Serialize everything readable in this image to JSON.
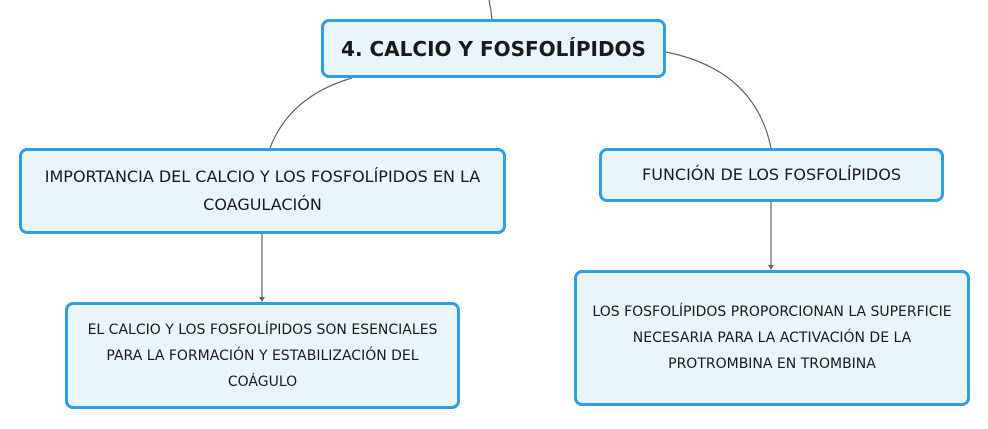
{
  "root": {
    "label": "4. CALCIO Y FOSFOLÍPIDOS"
  },
  "branches": {
    "left": {
      "label": "IMPORTANCIA DEL CALCIO Y LOS FOSFOLÍPIDOS EN LA COAGULACIÓN",
      "child": "EL CALCIO Y LOS FOSFOLÍPIDOS SON ESENCIALES PARA LA FORMACIÓN Y ESTABILIZACIÓN DEL COÁGULO"
    },
    "right": {
      "label": "FUNCIÓN DE LOS FOSFOLÍPIDOS",
      "child": "LOS FOSFOLÍPIDOS PROPORCIONAN LA SUPERFICIE NECESARIA PARA LA ACTIVACIÓN DE LA PROTROMBINA EN TROMBINA"
    },
    "colors": {
      "border": "#2f9ee6",
      "fill": "#eaf4fb",
      "connector": "#666666"
    }
  }
}
